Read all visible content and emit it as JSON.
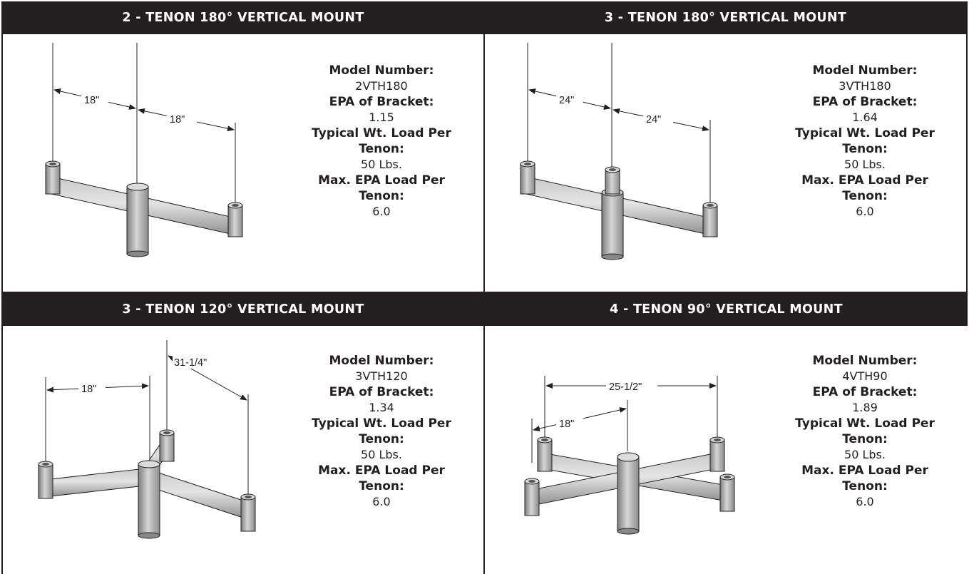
{
  "labels": {
    "model": "Model Number:",
    "epa_bracket": "EPA of Bracket:",
    "typical_wt": "Typical Wt. Load Per",
    "tenon": "Tenon:",
    "max_epa": "Max. EPA Load Per"
  },
  "panels": [
    {
      "title": "2 - TENON 180° VERTICAL MOUNT",
      "model": "2VTH180",
      "epa": "1.15",
      "weight": "50 Lbs.",
      "max_epa": "6.0",
      "dims": [
        "18\"",
        "18\""
      ]
    },
    {
      "title": "3 - TENON 180° VERTICAL MOUNT",
      "model": "3VTH180",
      "epa": "1.64",
      "weight": "50 Lbs.",
      "max_epa": "6.0",
      "dims": [
        "24\"",
        "24\""
      ]
    },
    {
      "title": "3 - TENON 120° VERTICAL MOUNT",
      "model": "3VTH120",
      "epa": "1.34",
      "weight": "50 Lbs.",
      "max_epa": "6.0",
      "dims": [
        "18\"",
        "31-1/4\""
      ]
    },
    {
      "title": "4 - TENON 90° VERTICAL MOUNT",
      "model": "4VTH90",
      "epa": "1.89",
      "weight": "50 Lbs.",
      "max_epa": "6.0",
      "dims": [
        "25-1/2\"",
        "18\""
      ]
    }
  ]
}
